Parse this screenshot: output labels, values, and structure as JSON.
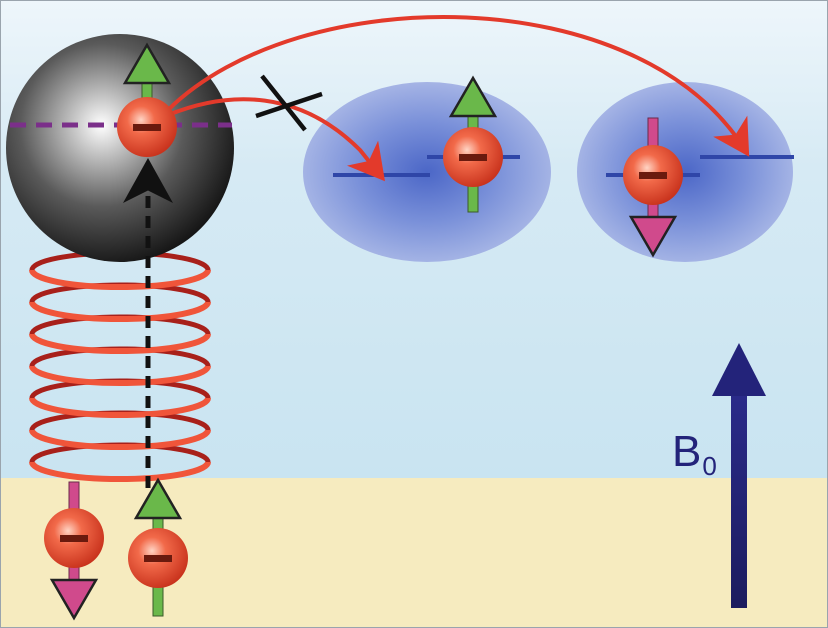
{
  "field": {
    "label_main": "B",
    "label_subscript": "0"
  },
  "colors": {
    "sky": "#cfe6f2",
    "ground": "#f6ebbf",
    "electron": "#e8452a",
    "spin_up": "#6ab84a",
    "spin_down": "#d04a8c",
    "transfer_arrow": "#e33a2b",
    "coil": "#e0482a",
    "field_arrow": "#23237a",
    "level_line": "#2f46a8",
    "guide_dashed": "#7b2f8a",
    "quantum_dot": "#8f9fd8"
  },
  "elements": {
    "sphere_label": "",
    "blocked_transfer": "blocked",
    "allowed_transfer": "allowed"
  }
}
